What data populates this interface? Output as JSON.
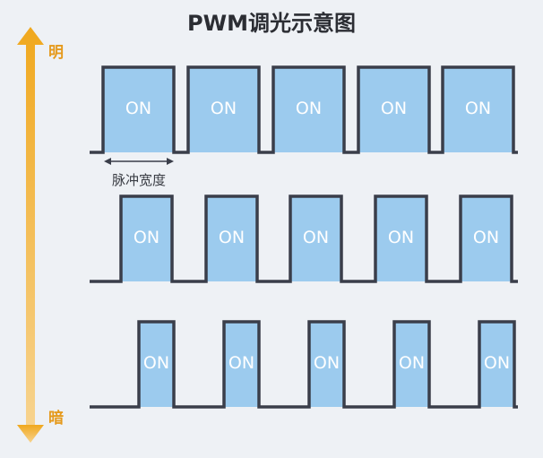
{
  "title": "PWM调光示意图",
  "brightness_axis": {
    "top_label": "明",
    "bottom_label": "暗"
  },
  "pulse_label": "ON",
  "pulse_width_label": "脉冲宽度",
  "colors": {
    "pulse_fill": "#9ccbee",
    "waveform_line": "#3a3e4a",
    "axis_gradient_top": "#f0a81e",
    "axis_gradient_bottom": "#f7d38e",
    "background": "#eef1f5"
  },
  "waveforms": [
    {
      "duty": "high",
      "pulses": [
        {
          "label": "ON"
        },
        {
          "label": "ON"
        },
        {
          "label": "ON"
        },
        {
          "label": "ON"
        },
        {
          "label": "ON"
        }
      ]
    },
    {
      "duty": "medium",
      "pulses": [
        {
          "label": "ON"
        },
        {
          "label": "ON"
        },
        {
          "label": "ON"
        },
        {
          "label": "ON"
        },
        {
          "label": "ON"
        }
      ]
    },
    {
      "duty": "low",
      "pulses": [
        {
          "label": "ON"
        },
        {
          "label": "ON"
        },
        {
          "label": "ON"
        },
        {
          "label": "ON"
        },
        {
          "label": "ON"
        }
      ]
    }
  ]
}
